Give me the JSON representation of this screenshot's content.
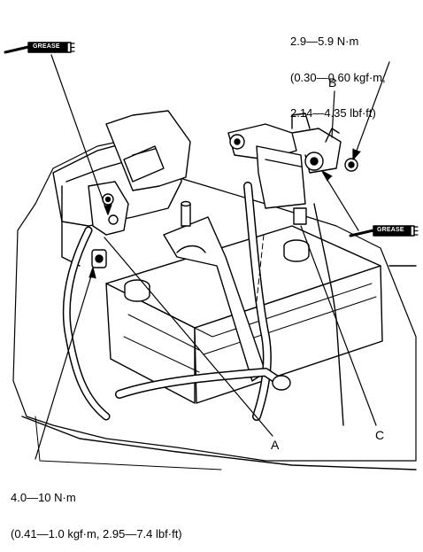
{
  "torque_top": {
    "line1": "2.9—5.9 N·m",
    "line2": "(0.30—0.60 kgf·m,",
    "line3": "2.14—4.35 lbf·ft)"
  },
  "torque_bottom": {
    "line1": "4.0—10 N·m",
    "line2": "(0.41—1.0 kgf·m, 2.95—7.4 lbf·ft)"
  },
  "callouts": {
    "a": "A",
    "b": "B",
    "c": "C"
  },
  "grease_symbols": {
    "top_left": "GREASE",
    "right": "GREASE"
  },
  "icons": [
    "grease-brush-icon",
    "grease-brush-icon"
  ]
}
